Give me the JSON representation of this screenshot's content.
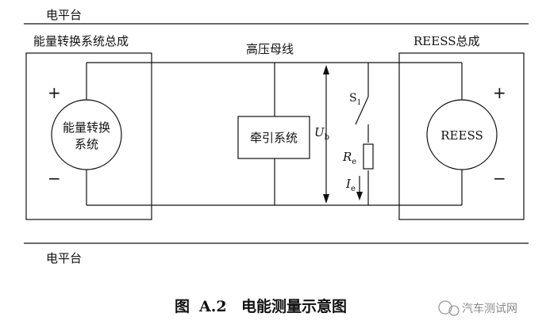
{
  "labels": {
    "chassis_top": "电平台",
    "chassis_bottom": "电平台",
    "energy_assembly": "能量转换系统总成",
    "energy_device_line1": "能量转换",
    "energy_device_line2": "系统",
    "hv_bus": "高压母线",
    "reess_assembly": "REESS总成",
    "reess_device": "REESS",
    "traction_system": "牵引系统",
    "switch": "S",
    "switch_sub": "1",
    "voltage": "U",
    "voltage_sub": "b",
    "resistor": "R",
    "resistor_sub": "e",
    "current": "I",
    "current_sub": "e",
    "plus_left": "+",
    "minus_left": "−",
    "plus_right": "+",
    "minus_right": "−"
  },
  "caption": {
    "prefix": "图",
    "number": "A.2",
    "title": "电能测量示意图"
  },
  "watermark": {
    "text": "汽车测试网"
  }
}
